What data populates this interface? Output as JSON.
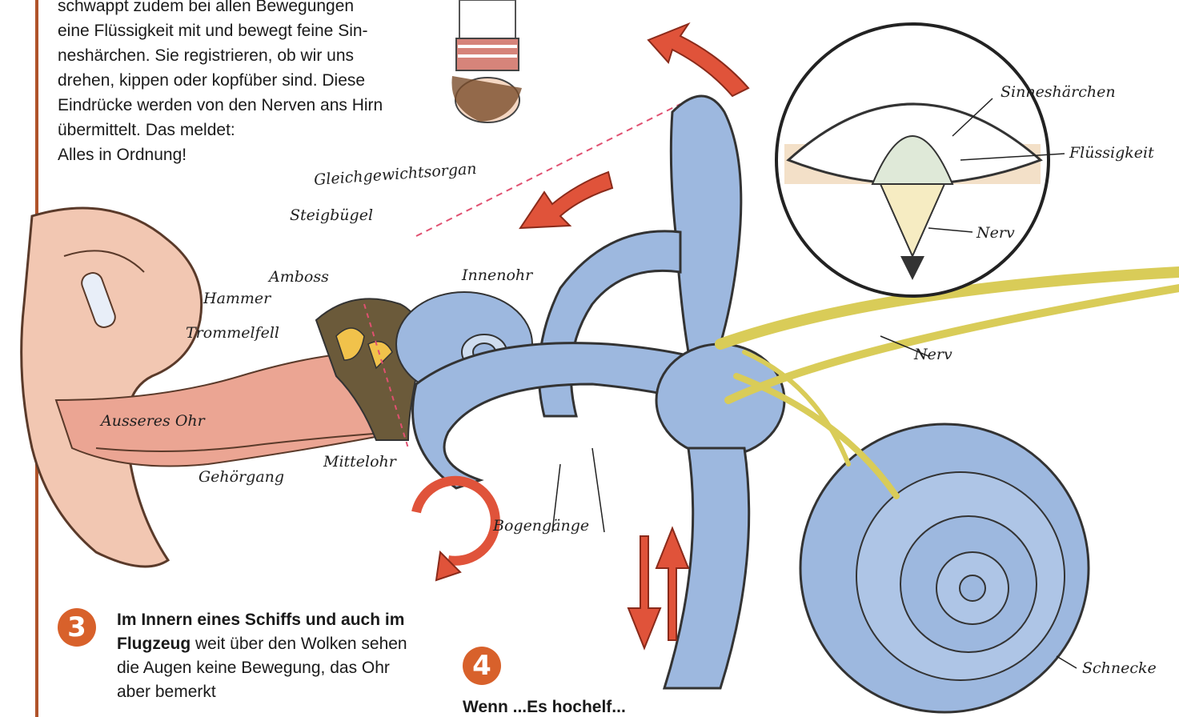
{
  "intro": {
    "lines": [
      "schwappt zudem bei allen Bewegungen",
      "eine Flüssigkeit mit und bewegt feine Sin-",
      "neshärchen. Sie registrieren, ob wir uns",
      "drehen, kippen oder kopfüber sind. Diese",
      "Eindrücke werden von den Nerven ans Hirn",
      "übermittelt. Das meldet:",
      "Alles in Ordnung!"
    ]
  },
  "labels": {
    "gleichgewichtsorgan": "Gleichgewichtsorgan",
    "steigbuegel": "Steigbügel",
    "amboss": "Amboss",
    "innenohr": "Innenohr",
    "hammer": "Hammer",
    "trommelfell": "Trommelfell",
    "ausseres_ohr": "Ausseres Ohr",
    "gehoergang": "Gehörgang",
    "mittelohr": "Mittelohr",
    "bogengaenge": "Bogengänge",
    "nerv_main": "Nerv",
    "sinneshaerchen": "Sinneshärchen",
    "fluessigkeit": "Flüssigkeit",
    "nerv_inset": "Nerv",
    "schnecke": "Schnecke"
  },
  "step3": {
    "number": "3",
    "bold": "Im Innern eines Schiffs und auch im Flugzeug",
    "rest": " weit über den Wolken sehen die Augen keine Bewegung, das Ohr aber bemerkt"
  },
  "step4": {
    "number": "4",
    "partial_text": "Wenn ...Es hochelf..."
  },
  "colors": {
    "accent": "#d8612b",
    "rule": "#b0532a",
    "inner_ear": "#9db8df",
    "outer_ear": "#f2c7b2",
    "nerve": "#efe59a",
    "arrow": "#e0533a"
  }
}
